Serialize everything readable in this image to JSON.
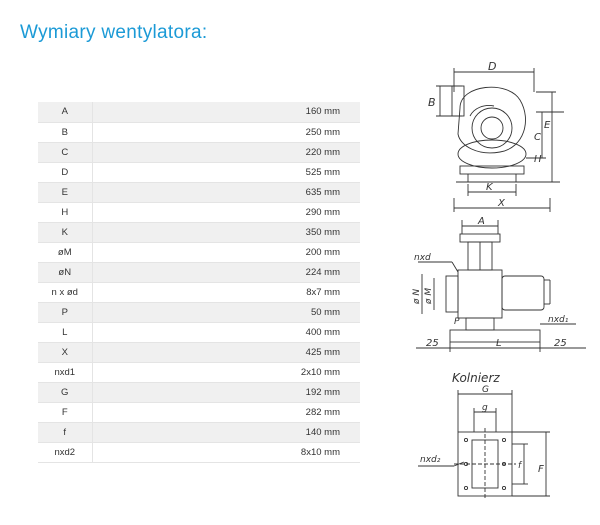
{
  "page": {
    "title": "Wymiary wentylatora:"
  },
  "dimensions": [
    {
      "label": "A",
      "value": "160 mm"
    },
    {
      "label": "B",
      "value": "250 mm"
    },
    {
      "label": "C",
      "value": "220 mm"
    },
    {
      "label": "D",
      "value": "525 mm"
    },
    {
      "label": "E",
      "value": "635 mm"
    },
    {
      "label": "H",
      "value": "290 mm"
    },
    {
      "label": "K",
      "value": "350 mm"
    },
    {
      "label": "øM",
      "value": "200 mm"
    },
    {
      "label": "øN",
      "value": "224 mm"
    },
    {
      "label": "n x ød",
      "value": "8x7 mm"
    },
    {
      "label": "P",
      "value": "50 mm"
    },
    {
      "label": "L",
      "value": "400 mm"
    },
    {
      "label": "X",
      "value": "425 mm"
    },
    {
      "label": "nxd1",
      "value": "2x10 mm"
    },
    {
      "label": "G",
      "value": "192 mm"
    },
    {
      "label": "F",
      "value": "282 mm"
    },
    {
      "label": "f",
      "value": "140 mm"
    },
    {
      "label": "nxd2",
      "value": "8x10 mm"
    }
  ],
  "drawing": {
    "labels": {
      "D": "D",
      "B": "B",
      "C": "C",
      "E": "E",
      "H": "H",
      "K": "K",
      "X": "X",
      "A": "A",
      "nxd": "nxd",
      "N": "ø N",
      "M": "ø M",
      "P": "P",
      "nxd1": "nxd₁",
      "L": "L",
      "left25": "25",
      "right25": "25",
      "flange_title": "Kolnierz",
      "G": "G",
      "g": "g",
      "nxd2": "nxd₂",
      "f": "f",
      "F": "F"
    }
  }
}
